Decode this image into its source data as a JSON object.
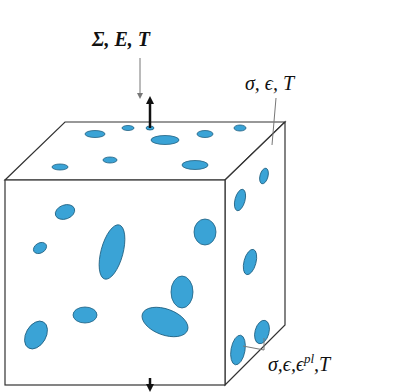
{
  "diagram": {
    "labels": [
      "Σ, E, T",
      "σ, ϵ, T",
      "σ,ϵ,ϵ",
      "pl",
      ",T"
    ]
  }
}
